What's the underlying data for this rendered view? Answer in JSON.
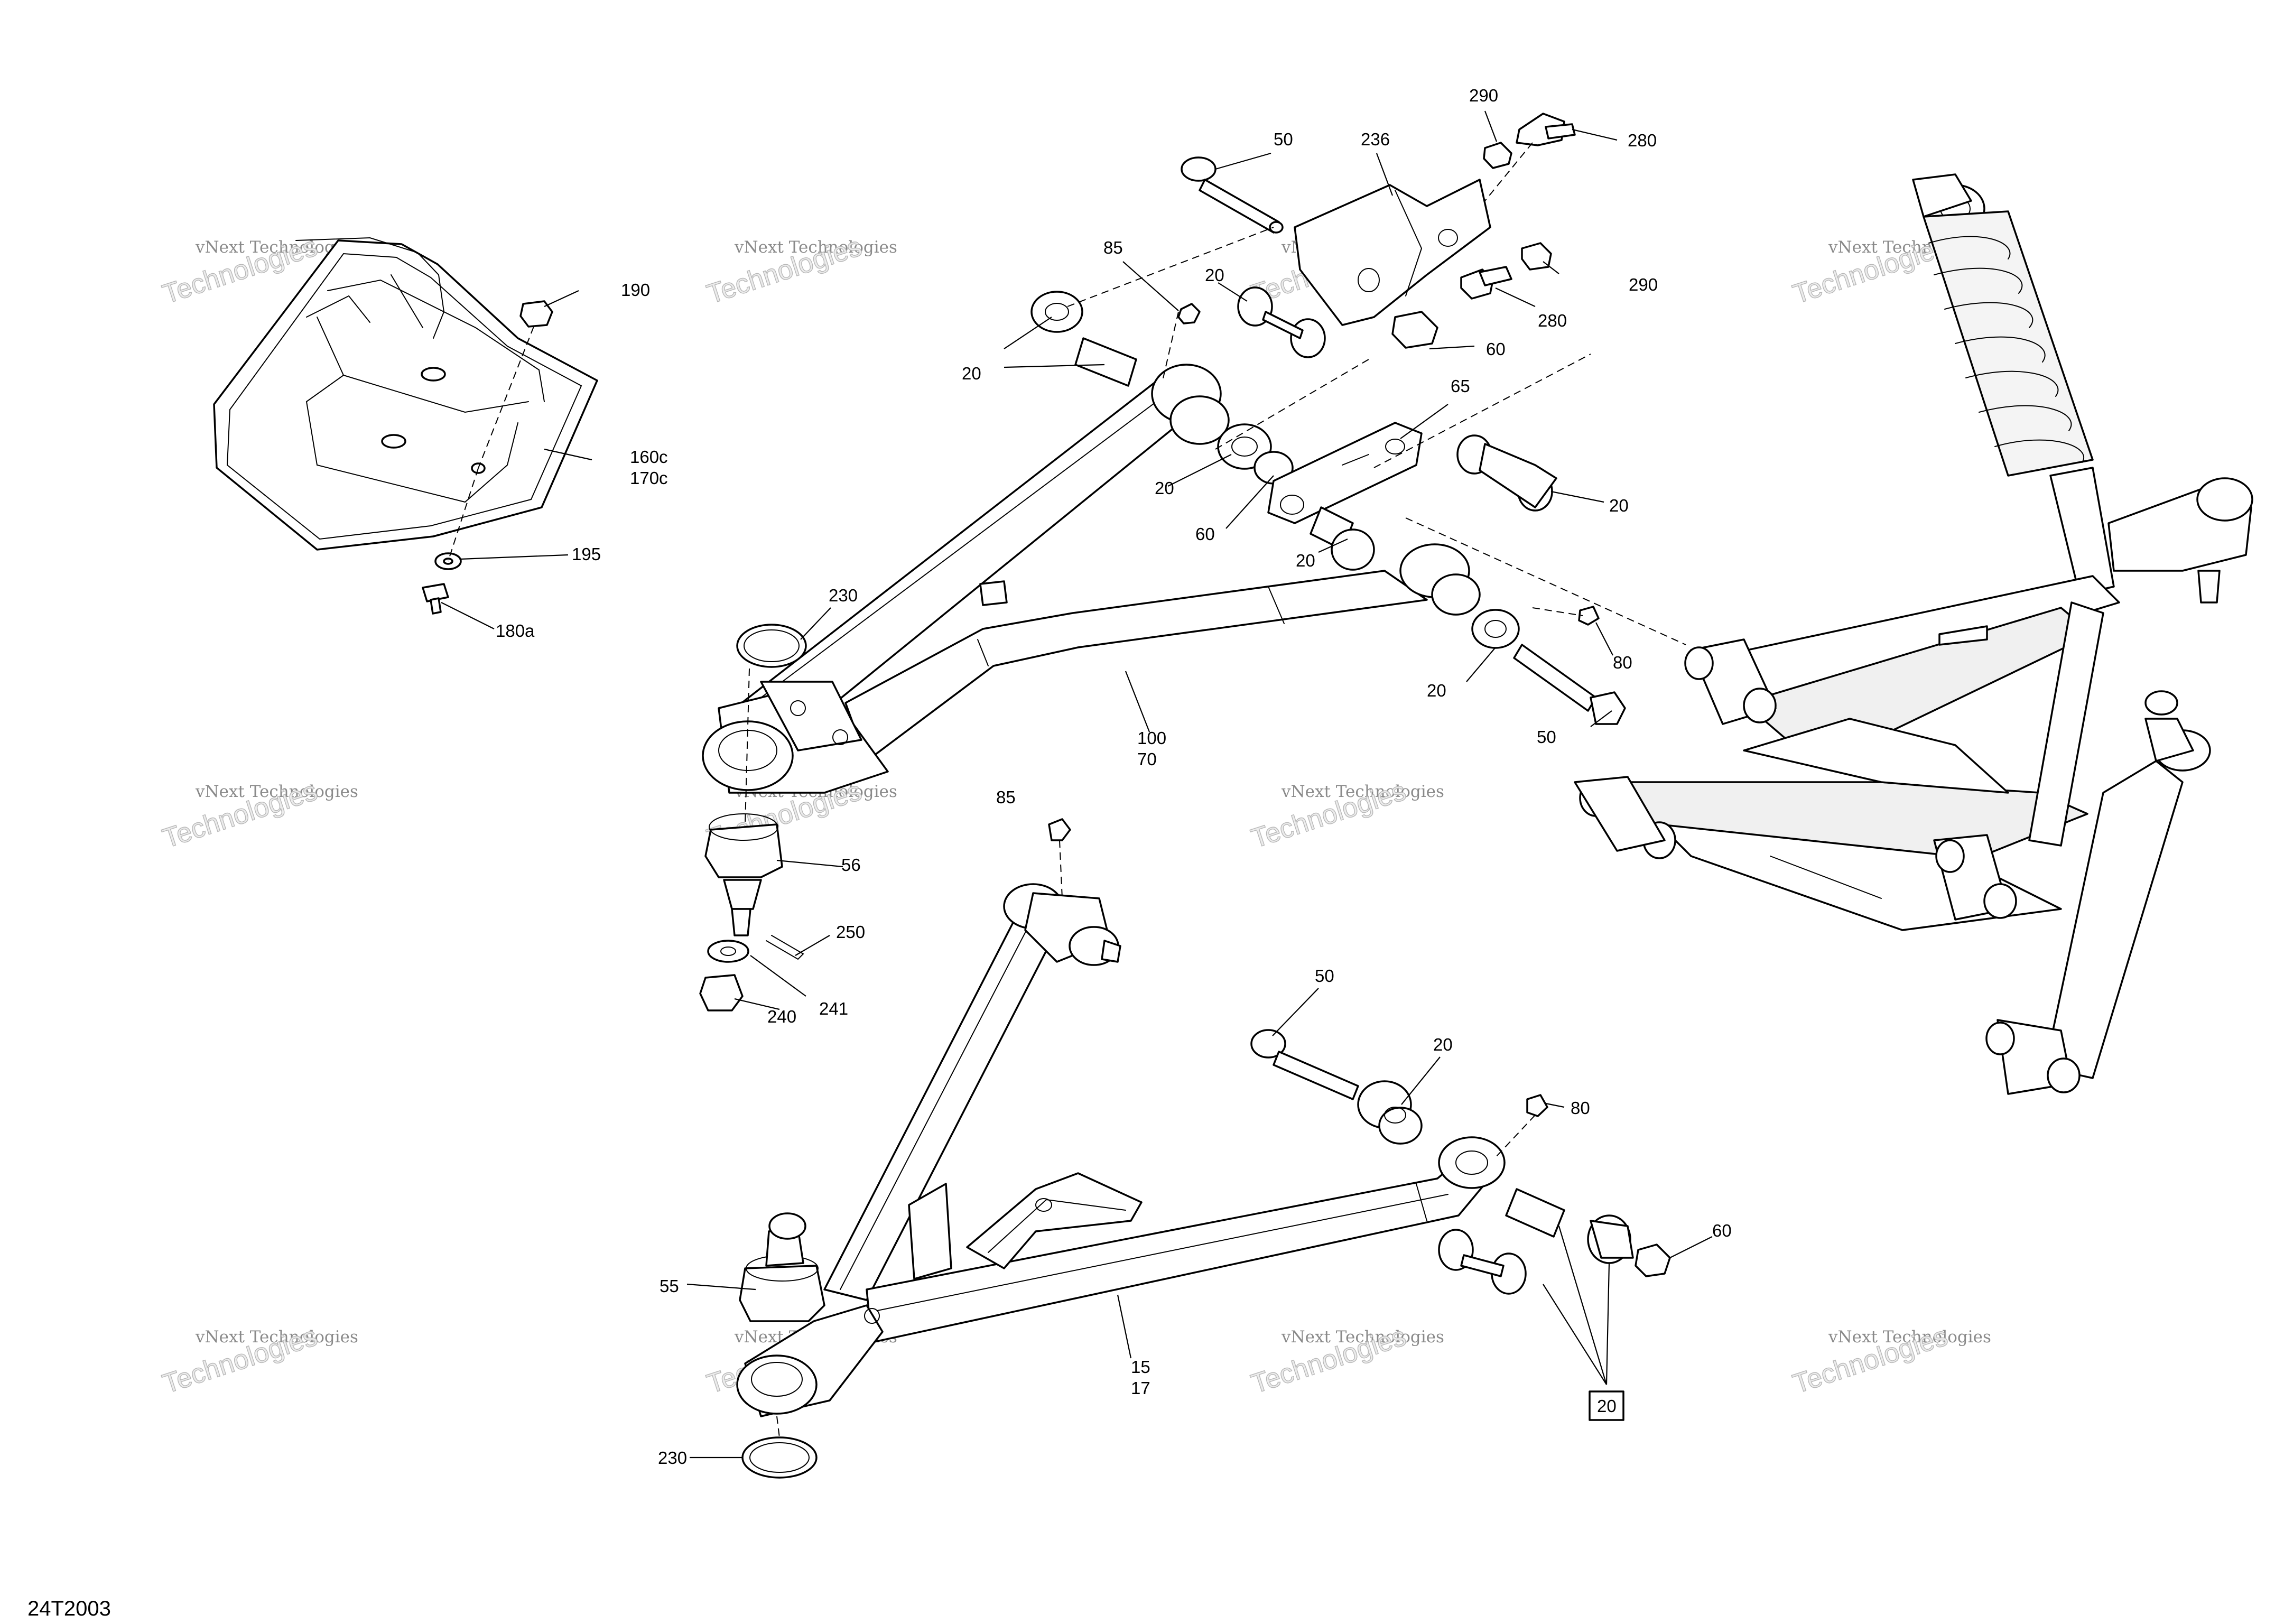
{
  "diagram": {
    "doc_id": "24T2003",
    "watermark": {
      "line1": "vNext Technologies",
      "line2": "Technologies"
    },
    "callouts": [
      {
        "text": "290"
      },
      {
        "text": "280"
      },
      {
        "text": "50"
      },
      {
        "text": "236"
      },
      {
        "text": "85"
      },
      {
        "text": "20"
      },
      {
        "text": "290"
      },
      {
        "text": "280"
      },
      {
        "text": "20"
      },
      {
        "text": "60"
      },
      {
        "text": "190"
      },
      {
        "text": "160c"
      },
      {
        "text": "170c"
      },
      {
        "text": "195"
      },
      {
        "text": "180a"
      },
      {
        "text": "65"
      },
      {
        "text": "20"
      },
      {
        "text": "60"
      },
      {
        "text": "20"
      },
      {
        "text": "20"
      },
      {
        "text": "230"
      },
      {
        "text": "80"
      },
      {
        "text": "20"
      },
      {
        "text": "50"
      },
      {
        "text": "100"
      },
      {
        "text": "70"
      },
      {
        "text": "85"
      },
      {
        "text": "56"
      },
      {
        "text": "250"
      },
      {
        "text": "241"
      },
      {
        "text": "240"
      },
      {
        "text": "50"
      },
      {
        "text": "20"
      },
      {
        "text": "80"
      },
      {
        "text": "60"
      },
      {
        "text": "55"
      },
      {
        "text": "15"
      },
      {
        "text": "17"
      },
      {
        "text": "20"
      },
      {
        "text": "230"
      }
    ]
  }
}
